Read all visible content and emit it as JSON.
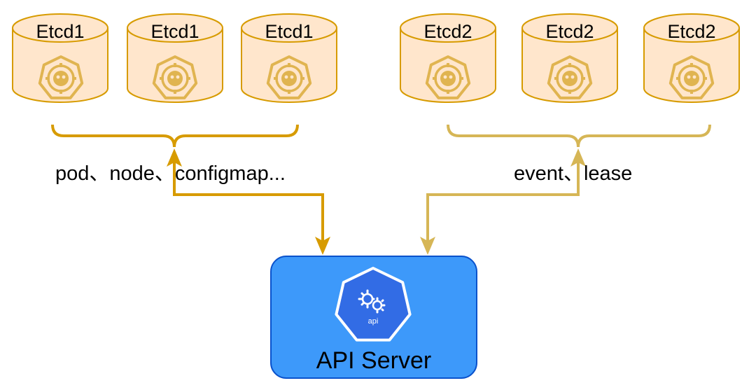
{
  "colors": {
    "cylinder_fill": "#FFE6CC",
    "cylinder_stroke": "#D79B00",
    "etcd_logo": "#E0B450",
    "group1_connector": "#D79B00",
    "group2_connector": "#D6B656",
    "server_fill": "#3D99FA",
    "server_stroke": "#0A52CC",
    "api_logo": "#326CE5"
  },
  "etcd_groups": [
    {
      "nodes": [
        {
          "label": "Etcd1",
          "icon": "etcd-logo-icon"
        },
        {
          "label": "Etcd1",
          "icon": "etcd-logo-icon"
        },
        {
          "label": "Etcd1",
          "icon": "etcd-logo-icon"
        }
      ],
      "resources_label": "pod、node、configmap..."
    },
    {
      "nodes": [
        {
          "label": "Etcd2",
          "icon": "etcd-logo-icon"
        },
        {
          "label": "Etcd2",
          "icon": "etcd-logo-icon"
        },
        {
          "label": "Etcd2",
          "icon": "etcd-logo-icon"
        }
      ],
      "resources_label": "event、lease"
    }
  ],
  "api_server": {
    "label": "API Server",
    "icon_text": "api",
    "icon": "kubernetes-api-icon"
  }
}
